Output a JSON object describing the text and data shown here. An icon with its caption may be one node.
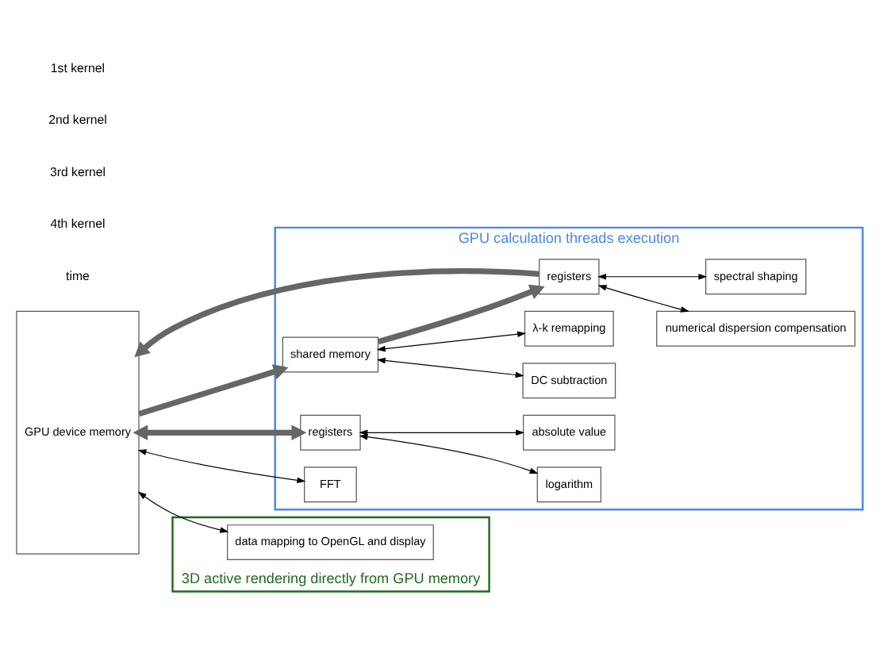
{
  "diagram": {
    "nodes": [
      {
        "text": [
          "GPU calculation threads execution"
        ]
      },
      {
        "text": [
          "3D active rendering directly from GPU memory"
        ]
      },
      {
        "text": [
          "GPU device memory"
        ]
      },
      {
        "text": [
          "shared memory"
        ],
        "in": 0
      },
      {
        "text": [
          "registers"
        ],
        "in": 0
      },
      {
        "text": [
          "registers"
        ],
        "in": 0
      },
      {
        "text": [
          "DC subtraction"
        ],
        "in": 0
      },
      {
        "text": [
          "λ-k remapping"
        ],
        "in": 0
      },
      {
        "text": [
          "numerical dispersion compensation"
        ],
        "in": 0
      },
      {
        "text": [
          "spectral shaping"
        ],
        "in": 0
      },
      {
        "text": [
          "FFT"
        ],
        "in": 0
      },
      {
        "text": [
          "absolute value"
        ],
        "in": 0
      },
      {
        "text": [
          "logarithm"
        ],
        "in": 0
      },
      {
        "text": [
          "data mapping to OpenGL and display"
        ],
        "in": 1
      }
    ],
    "edges": [
      {
        "from": 2,
        "to": 3,
        "arrow": "to",
        "style": "thick",
        "color": "#666666"
      },
      {
        "from": 3,
        "to": 4,
        "arrow": "to",
        "style": "thick",
        "color": "#666666"
      },
      {
        "from": 4,
        "to": 2,
        "arrow": "to",
        "style": "thick",
        "color": "#666666"
      },
      {
        "from": 2,
        "to": 5,
        "arrow": "both",
        "style": "thick",
        "color": "#666666"
      },
      {
        "from": 3,
        "to": 6,
        "arrow": "both"
      },
      {
        "from": 3,
        "to": 7,
        "arrow": "both"
      },
      {
        "from": 4,
        "to": 8,
        "arrow": "both"
      },
      {
        "from": 4,
        "to": 9,
        "arrow": "both"
      },
      {
        "from": 2,
        "to": 10,
        "arrow": "both"
      },
      {
        "from": 5,
        "to": 11,
        "arrow": "both"
      },
      {
        "from": 5,
        "to": 12,
        "arrow": "both"
      },
      {
        "from": 2,
        "to": 13,
        "arrow": "both"
      }
    ],
    "labels": [
      "1st kernel",
      "2nd kernel",
      "3rd kernel",
      "4th kernel",
      "time"
    ]
  }
}
